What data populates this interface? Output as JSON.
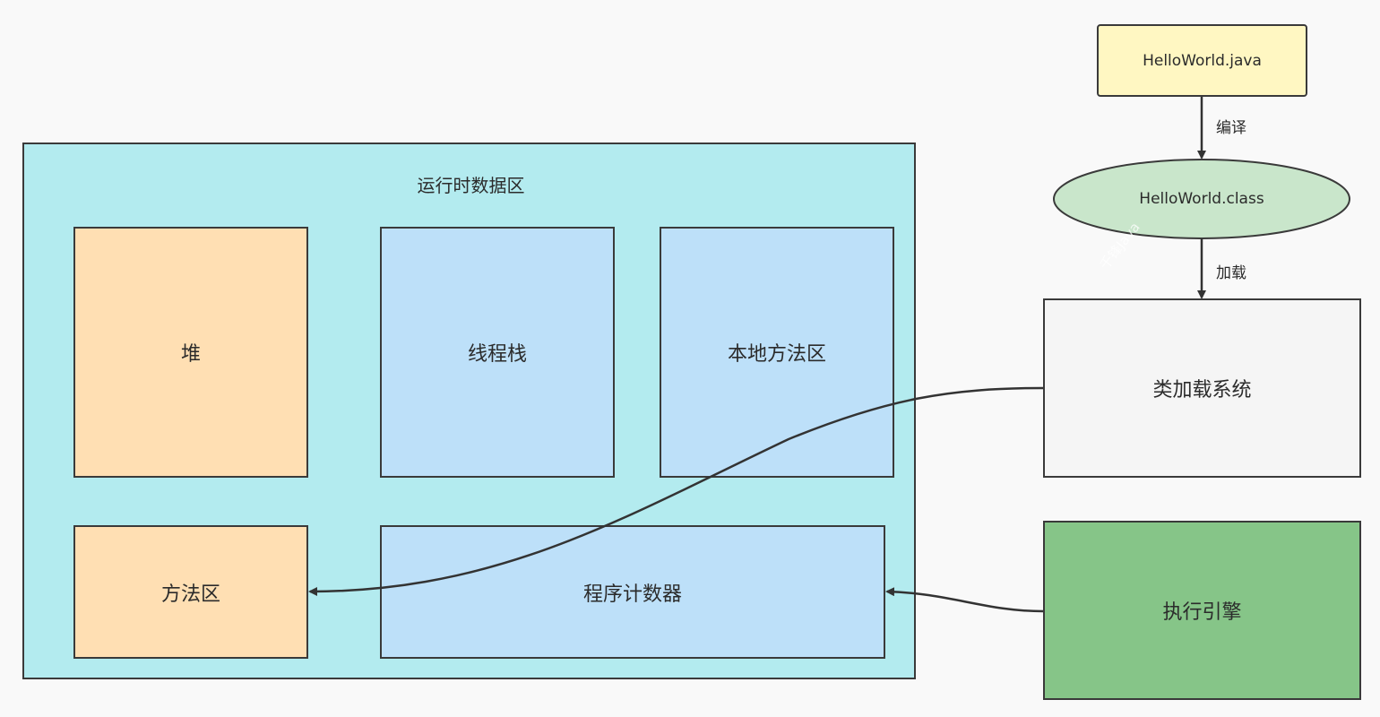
{
  "runtime_data_area": {
    "title": "运行时数据区",
    "heap": "堆",
    "thread_stack": "线程栈",
    "native_method_area": "本地方法区",
    "method_area": "方法区",
    "program_counter": "程序计数器"
  },
  "source_file": "HelloWorld.java",
  "compile_label": "编译",
  "class_file": "HelloWorld.class",
  "load_label": "加载",
  "class_loader_system": "类加载系统",
  "execution_engine": "执行引擎",
  "watermark": "千锋Java",
  "colors": {
    "runtime_area": "#b3ebef",
    "heap": "#ffdfb3",
    "thread_box": "#bde0f9",
    "source_file": "#fff7c2",
    "class_file": "#c9e6cb",
    "class_loader": "#f5f5f5",
    "execution_engine": "#86c588"
  }
}
